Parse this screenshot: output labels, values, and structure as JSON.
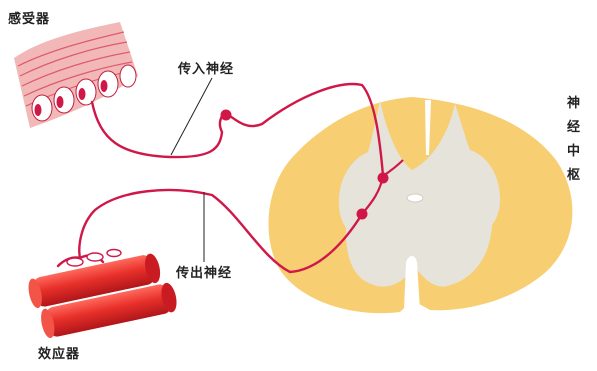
{
  "labels": {
    "receptor": "感受器",
    "afferent_nerve": "传入神经",
    "efferent_nerve": "传出神经",
    "effector": "效应器",
    "nerve_center": "神经中枢"
  },
  "colors": {
    "nerve": "#d01848",
    "spinal_white_matter": "#f7cf72",
    "spinal_gray_matter": "#e6e3da",
    "muscle": "#e8302a",
    "receptor_tissue": "#f2b8b8"
  }
}
